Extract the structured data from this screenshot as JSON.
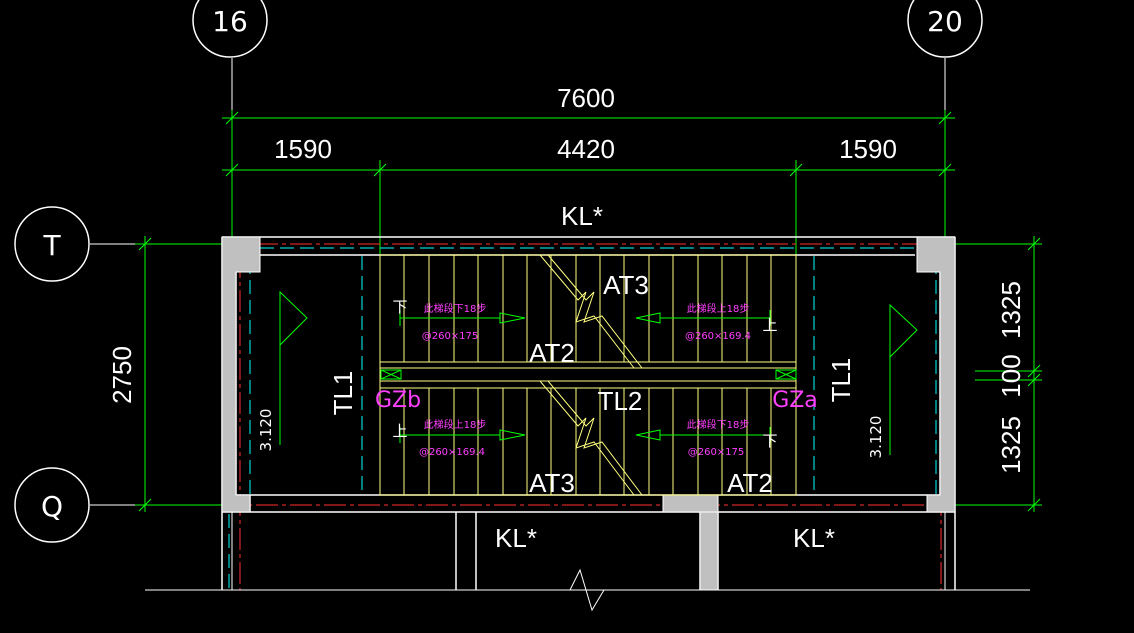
{
  "axes": {
    "col_left": "16",
    "col_right": "20",
    "row_top": "T",
    "row_bottom": "Q"
  },
  "dims": {
    "overall": "7600",
    "left": "1590",
    "middle": "4420",
    "right": "1590",
    "height_total": "2750",
    "right_top": "1325",
    "right_mid": "100",
    "right_bot": "1325"
  },
  "labels": {
    "beam_top": "KL*",
    "beam_bottom_left": "KL*",
    "beam_bottom_right": "KL*",
    "tl1_left": "TL1",
    "tl1_right": "TL1",
    "tl2": "TL2",
    "at3_top": "AT3",
    "at2_mid": "AT2",
    "at3_bottom": "AT3",
    "at2_bottom": "AT2",
    "gzb": "GZb",
    "gza": "GZa",
    "elev_left": "3.120",
    "elev_right": "3.120"
  },
  "flight_notes": {
    "tl_text": "此梯段下18步",
    "tl_spec": "@260×175",
    "tr_text": "此梯段上18步",
    "tr_spec": "@260×169.4",
    "bl_text": "此梯段上18步",
    "bl_spec": "@260×169.4",
    "br_text": "此梯段下18步",
    "br_spec": "@260×175",
    "down": "下",
    "up": "上"
  },
  "colors": {
    "dimension": "#00ff00",
    "wall": "#ffffff",
    "fill": "#c0c0c0",
    "stair": "#ffff80",
    "beam_dash": "#00ffff",
    "axis_dash": "#ff3030",
    "annotation": "#ff40ff"
  }
}
